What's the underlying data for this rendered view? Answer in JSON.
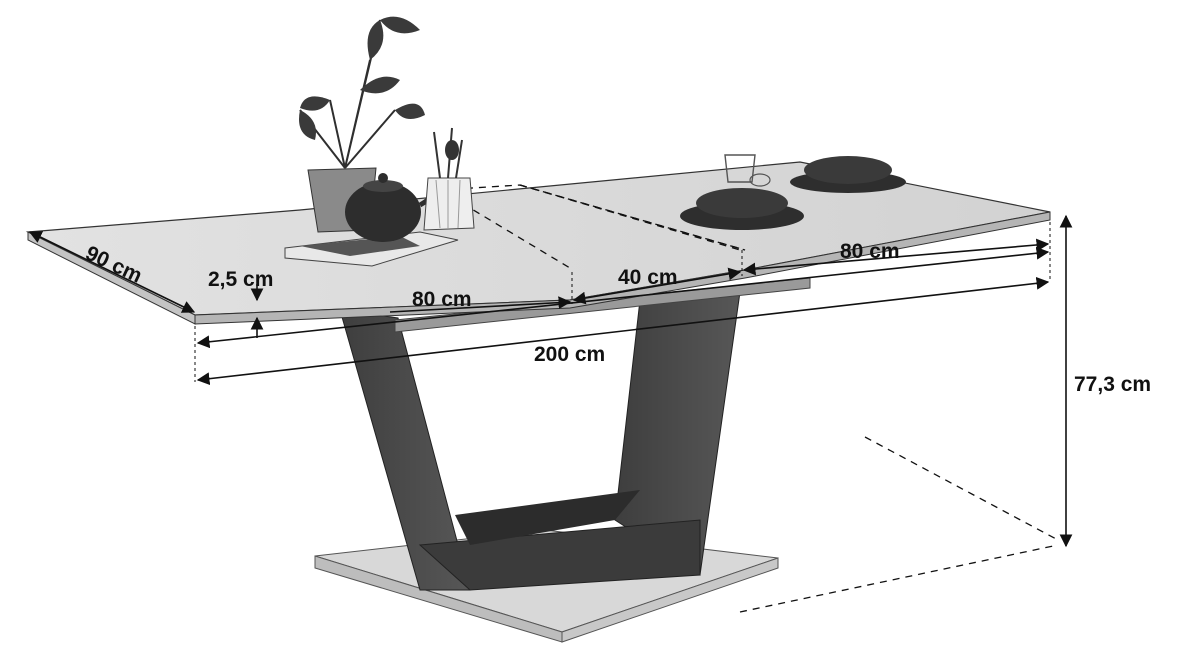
{
  "dimensions": {
    "width_label": "90 cm",
    "thickness_label": "2,5 cm",
    "left_leaf_label": "80 cm",
    "extension_label": "40 cm",
    "right_leaf_label": "80 cm",
    "total_length_label": "200 cm",
    "height_label": "77,3 cm"
  },
  "colors": {
    "line": "#111111",
    "tabletop": "#dcdcdc",
    "base": "#4a4a4a",
    "background": "#ffffff"
  }
}
